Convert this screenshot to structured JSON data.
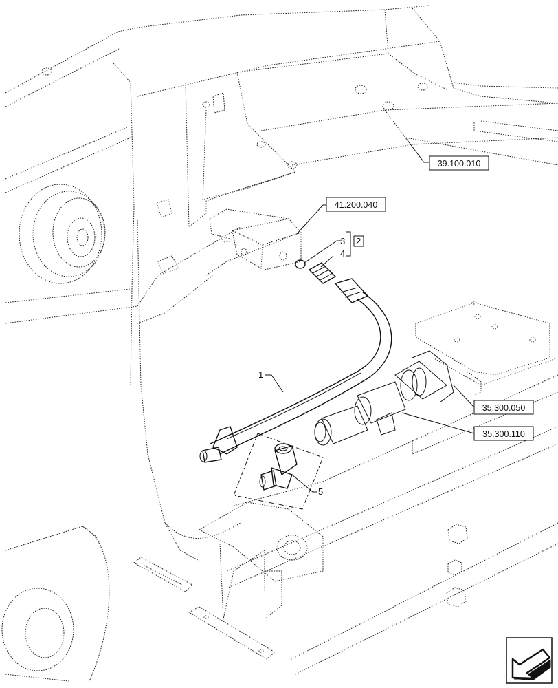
{
  "refs": {
    "r1": "39.100.010",
    "r2": "41.200.040",
    "r3": "35.300.050",
    "r4": "35.300.110"
  },
  "items": {
    "i1": "1",
    "i2": "2",
    "i3": "3",
    "i4": "4",
    "i5": "5"
  },
  "icons": {
    "nav": "view-orientation-arrow-icon"
  }
}
